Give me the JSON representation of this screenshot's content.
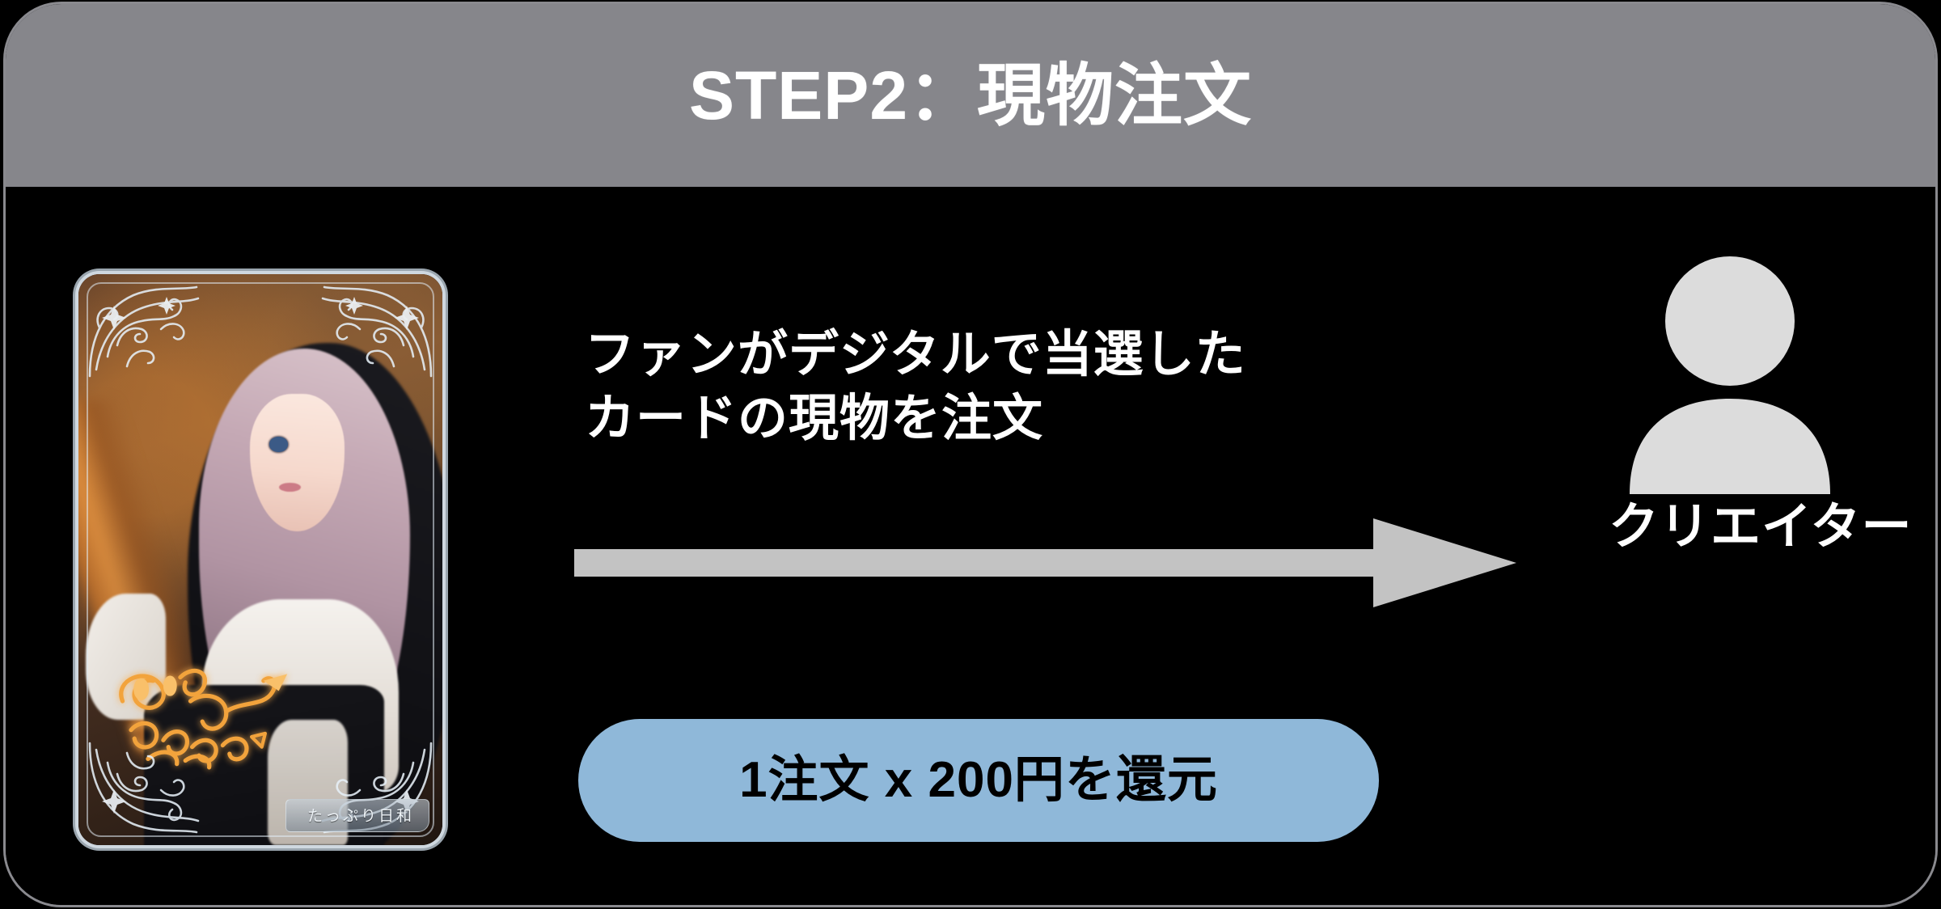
{
  "header": {
    "title": "STEP2：現物注文"
  },
  "colors": {
    "header_band": "#86868b",
    "body_background": "#000000",
    "arrow": "#c3c3c3",
    "pill_background": "#8fb8d9",
    "pill_text": "#000000",
    "avatar": "#dcdcdc",
    "text": "#ffffff",
    "card_border": "#cfd8e0"
  },
  "card": {
    "alt": "cosplay trading card with holographic ornamental frame and gold autograph",
    "nameplate": "たっぷり日和"
  },
  "description": {
    "lines": [
      "ファンがデジタルで当選した",
      "カードの現物を注文"
    ]
  },
  "arrow": {
    "direction": "right",
    "icon": "arrow-right-icon"
  },
  "reward": {
    "label": "1注文 x 200円を還元",
    "orders": 1,
    "amount": 200,
    "currency": "円"
  },
  "creator": {
    "label": "クリエイター",
    "icon": "person-icon"
  }
}
